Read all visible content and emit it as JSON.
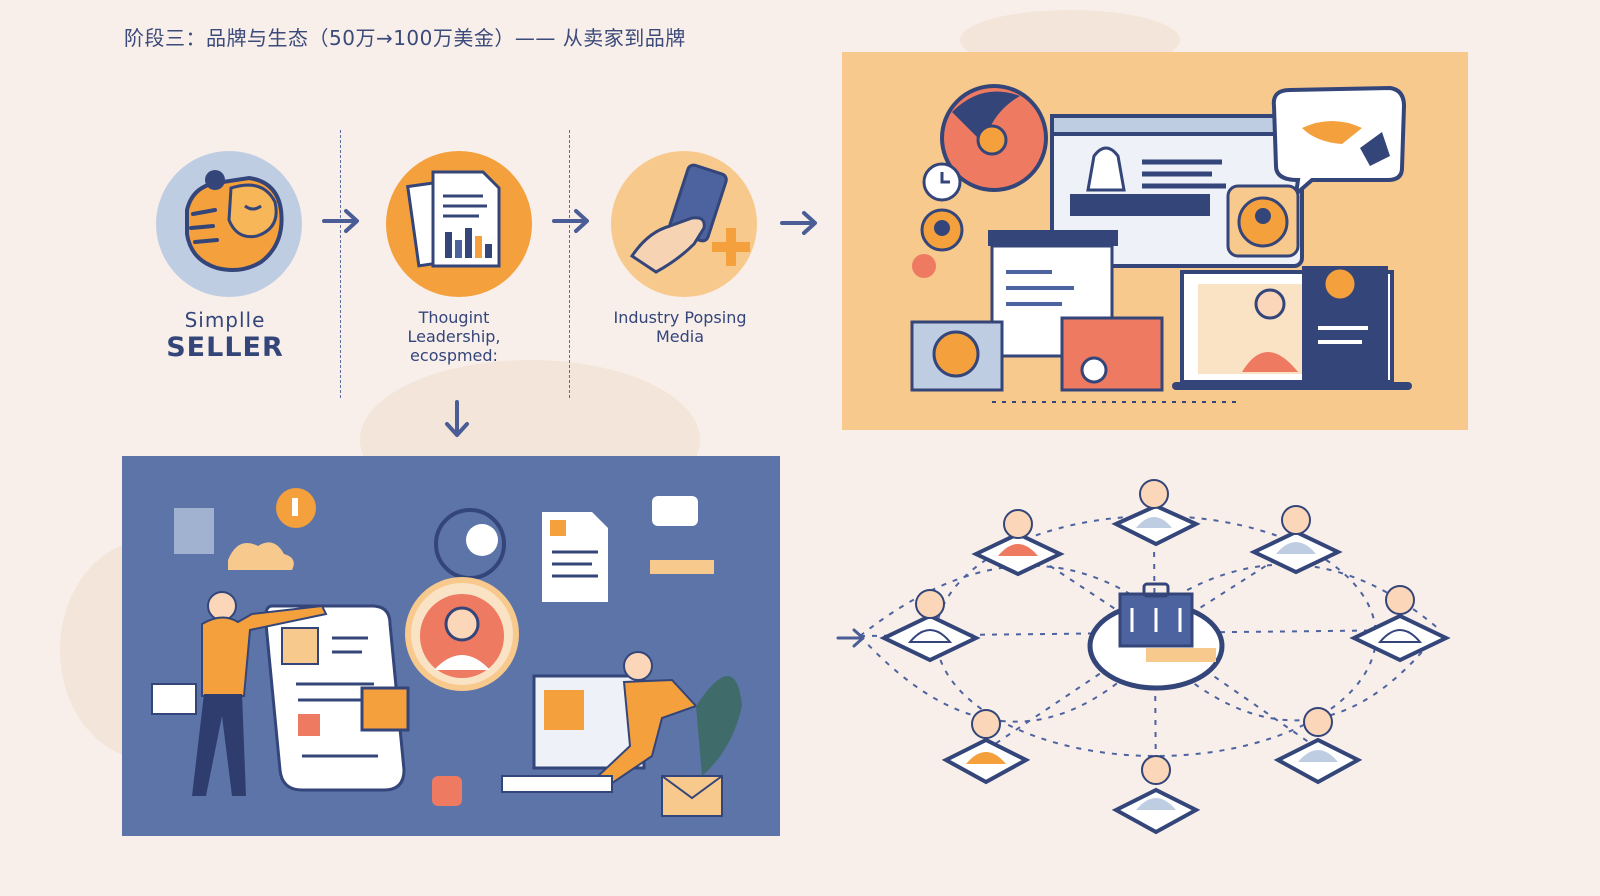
{
  "header": {
    "title": "阶段三：品牌与生态（50万→100万美金）—— 从卖家到品牌"
  },
  "steps": [
    {
      "line1": "Simplle",
      "line2": "SELLER",
      "icon": "fist-icon"
    },
    {
      "line1": "Thougint",
      "line2": "Leadership,",
      "line3": "ecospmed:",
      "icon": "documents-icon"
    },
    {
      "line1": "Industry Popsing",
      "line2": "Media",
      "icon": "phone-hand-icon"
    }
  ],
  "colors": {
    "background": "#f8efea",
    "navy": "#34457a",
    "orange": "#f4a03c",
    "light_blue": "#bfcde3",
    "peach_panel": "#f7c98c",
    "blue_panel": "#5d74a8",
    "coral": "#ee7a62"
  },
  "panels": {
    "media_scene": "brand-media-illustration",
    "team_scene": "team-collaboration-illustration",
    "network": "community-network-diagram"
  }
}
